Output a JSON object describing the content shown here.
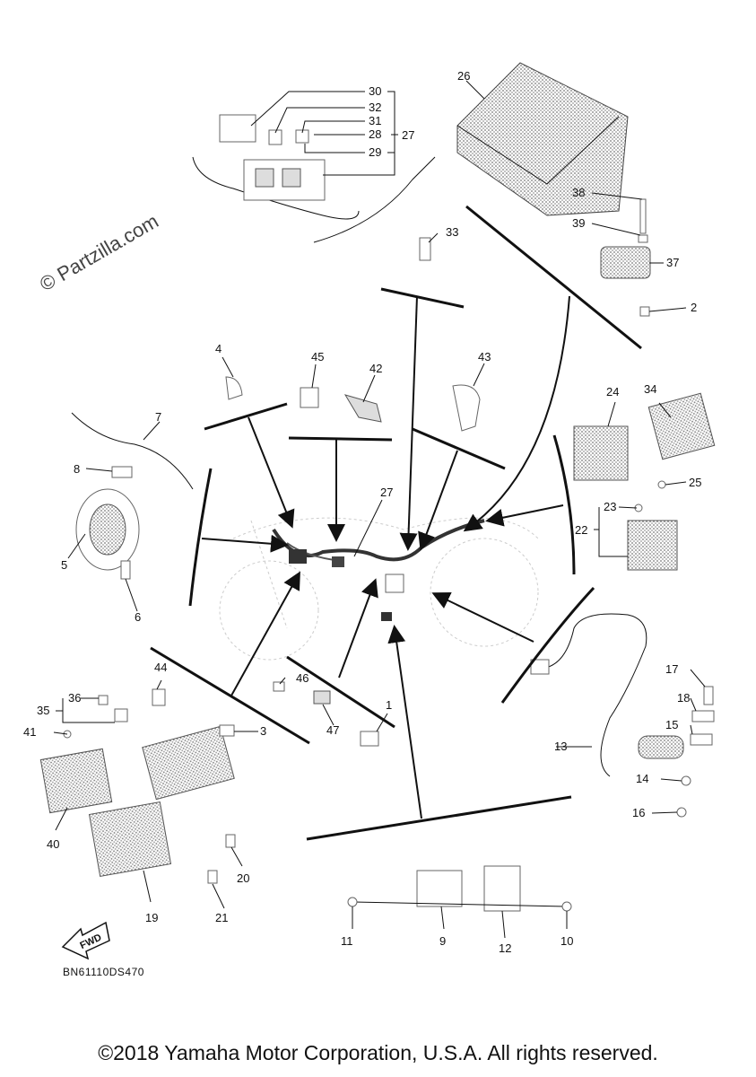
{
  "watermark": "© Partzilla.com",
  "diagram_code": "BN61110DS470",
  "fwd_label": "FWD",
  "copyright": "©2018 Yamaha Motor Corporation, U.S.A. All rights reserved.",
  "labels": {
    "p1": "1",
    "p2": "2",
    "p3": "3",
    "p4": "4",
    "p5": "5",
    "p6": "6",
    "p7": "7",
    "p8": "8",
    "p9": "9",
    "p10": "10",
    "p11": "11",
    "p12": "12",
    "p13": "13",
    "p14": "14",
    "p15": "15",
    "p16": "16",
    "p17": "17",
    "p18": "18",
    "p19": "19",
    "p20": "20",
    "p21": "21",
    "p22": "22",
    "p23": "23",
    "p24": "24",
    "p25": "25",
    "p26": "26",
    "p27a": "27",
    "p27b": "27",
    "p28": "28",
    "p29": "29",
    "p30": "30",
    "p31": "31",
    "p32": "32",
    "p33": "33",
    "p34": "34",
    "p35": "35",
    "p36": "36",
    "p37": "37",
    "p38": "38",
    "p39": "39",
    "p40": "40",
    "p41": "41",
    "p42": "42",
    "p43": "43",
    "p44": "44",
    "p45": "45",
    "p46": "46",
    "p47": "47"
  }
}
